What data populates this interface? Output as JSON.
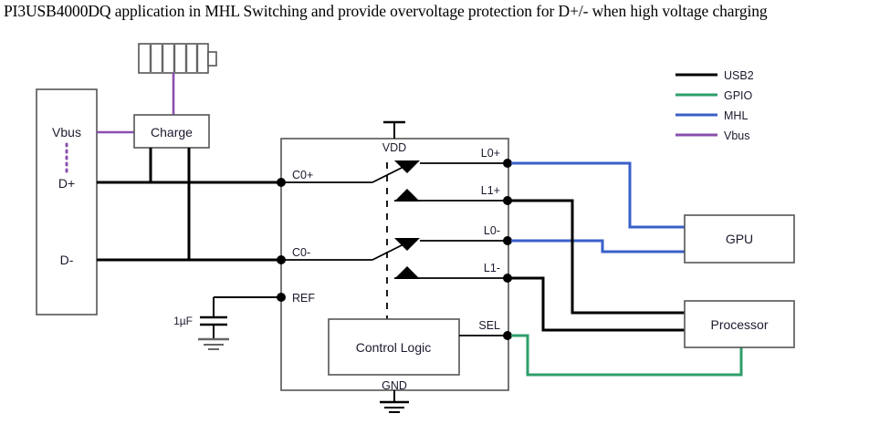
{
  "title": "PI3USB4000DQ application in MHL Switching and provide overvoltage protection for D+/- when high voltage charging",
  "colors": {
    "usb2": "#000000",
    "gpio": "#2e9e6b",
    "mhl": "#3a5fc8",
    "vbus": "#8a4fae",
    "outline": "#555555",
    "text": "#1a1a2e"
  },
  "legend": {
    "items": [
      {
        "label": "USB2",
        "color": "#000000"
      },
      {
        "label": "GPIO",
        "color": "#2e9e6b"
      },
      {
        "label": "MHL",
        "color": "#3a5fc8"
      },
      {
        "label": "Vbus",
        "color": "#8a4fae"
      }
    ]
  },
  "connector": {
    "pins": [
      {
        "label": "Vbus"
      },
      {
        "label": "D+"
      },
      {
        "label": "D-"
      }
    ]
  },
  "blocks": {
    "charge": {
      "label": "Charge"
    },
    "control_logic": {
      "label": "Control Logic"
    },
    "gpu": {
      "label": "GPU"
    },
    "processor": {
      "label": "Processor"
    }
  },
  "ic": {
    "left_pins": [
      {
        "label": "C0+"
      },
      {
        "label": "C0-"
      },
      {
        "label": "REF"
      }
    ],
    "right_pins": [
      {
        "label": "L0+",
        "net": "MHL"
      },
      {
        "label": "L1+",
        "net": "USB2"
      },
      {
        "label": "L0-",
        "net": "MHL"
      },
      {
        "label": "L1-",
        "net": "USB2"
      },
      {
        "label": "SEL",
        "net": "GPIO"
      }
    ],
    "power_pins": [
      {
        "label": "VDD"
      },
      {
        "label": "GND"
      }
    ]
  },
  "components": {
    "capacitor": {
      "label": "1µF"
    },
    "battery": {
      "label": "battery-icon"
    }
  }
}
